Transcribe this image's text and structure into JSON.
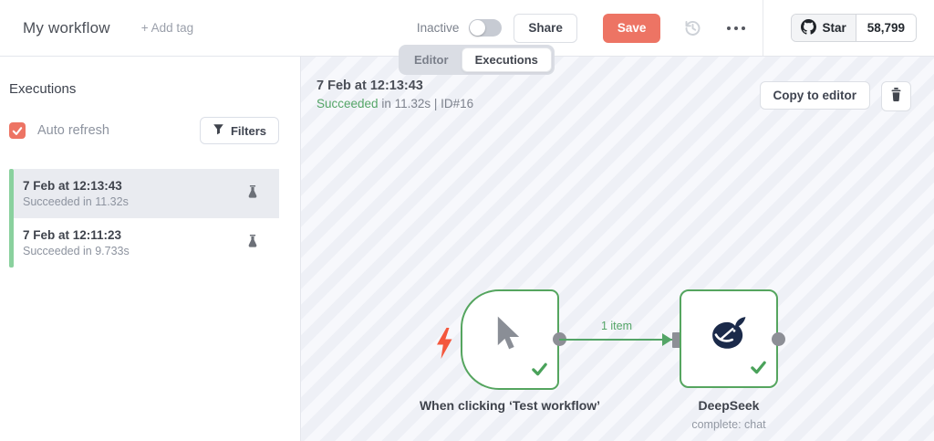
{
  "header": {
    "title": "My workflow",
    "add_tag": "+ Add tag",
    "status_label": "Inactive",
    "share_label": "Share",
    "save_label": "Save",
    "github": {
      "star_label": "Star",
      "star_count": "58,799"
    }
  },
  "tabs": {
    "editor": "Editor",
    "executions": "Executions"
  },
  "sidebar": {
    "heading": "Executions",
    "auto_refresh_label": "Auto refresh",
    "filters_label": "Filters",
    "items": [
      {
        "date": "7 Feb at 12:13:43",
        "status": "Succeeded in 11.32s",
        "selected": true
      },
      {
        "date": "7 Feb at 12:11:23",
        "status": "Succeeded in 9.733s",
        "selected": false
      }
    ]
  },
  "canvas": {
    "exec_date": "7 Feb at 12:13:43",
    "exec_status_word": "Succeeded",
    "exec_meta": " in 11.32s | ID#16",
    "copy_to_editor_label": "Copy to editor",
    "connection_label": "1 item",
    "trigger_node_label": "When clicking ‘Test workflow’",
    "deepseek_node_label": "DeepSeek",
    "deepseek_node_sub": "complete: chat"
  },
  "icons": {
    "github": "github-logo",
    "history": "history-restore",
    "more": "ellipsis-menu",
    "filter": "funnel",
    "flask": "test-flask",
    "trash": "trash-can",
    "cursor": "mouse-pointer",
    "bolt": "lightning-bolt",
    "whale": "deepseek-whale",
    "check": "success-checkmark"
  },
  "colors": {
    "accent": "#ed7464",
    "success_green": "#54a567",
    "node_border_green": "#55a55f",
    "stripe_green": "#8ad19e",
    "deepseek_navy": "#1b2a4a",
    "port_gray": "#8d8f96",
    "selected_item_bg": "#e9ebf0"
  }
}
